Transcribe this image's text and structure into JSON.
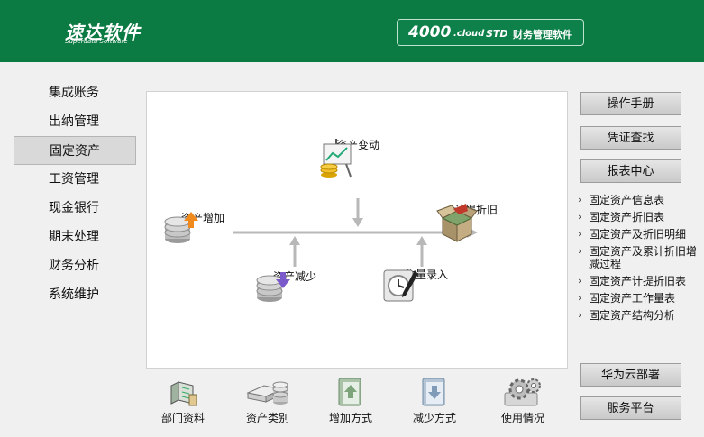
{
  "header": {
    "logo_text": "速达软件",
    "logo_sub": "Superdata Software",
    "version": "4000",
    "cloud": ".cloud",
    "edition": "STD",
    "product": "财务管理软件",
    "bg_color": "#0c7a43"
  },
  "nav": {
    "items": [
      {
        "label": "集成账务"
      },
      {
        "label": "出纳管理"
      },
      {
        "label": "固定资产",
        "active": true
      },
      {
        "label": "工资管理"
      },
      {
        "label": "现金银行"
      },
      {
        "label": "期末处理"
      },
      {
        "label": "财务分析"
      },
      {
        "label": "系统维护"
      }
    ]
  },
  "chart_data": {
    "type": "diagram",
    "nodes": [
      {
        "id": "change",
        "label": "资产变动",
        "icon": "presentation-board-coins-icon"
      },
      {
        "id": "add",
        "label": "资产增加",
        "icon": "coin-stack-up-arrow-icon"
      },
      {
        "id": "depr",
        "label": "计提折旧",
        "icon": "open-box-icon"
      },
      {
        "id": "reduce",
        "label": "资产减少",
        "icon": "coin-stack-down-arrow-icon"
      },
      {
        "id": "workload",
        "label": "工作量录入",
        "icon": "clock-pen-icon"
      }
    ],
    "edges": [
      {
        "from": "add",
        "to": "depr"
      },
      {
        "from": "change",
        "to": "main-line"
      },
      {
        "from": "reduce",
        "to": "main-line"
      },
      {
        "from": "workload",
        "to": "main-line"
      }
    ]
  },
  "tools": [
    {
      "label": "部门资料",
      "icon": "building-icon"
    },
    {
      "label": "资产类别",
      "icon": "server-stack-icon"
    },
    {
      "label": "增加方式",
      "icon": "add-method-icon"
    },
    {
      "label": "减少方式",
      "icon": "reduce-method-icon"
    },
    {
      "label": "使用情况",
      "icon": "gears-icon"
    }
  ],
  "right_panel": {
    "buttons_top": [
      "操作手册",
      "凭证查找",
      "报表中心"
    ],
    "links": [
      "固定资产信息表",
      "固定资产折旧表",
      "固定资产及折旧明细",
      "固定资产及累计折旧增减过程",
      "固定资产计提折旧表",
      "固定资产工作量表",
      "固定资产结构分析"
    ],
    "buttons_bottom": [
      "华为云部署",
      "服务平台"
    ]
  }
}
